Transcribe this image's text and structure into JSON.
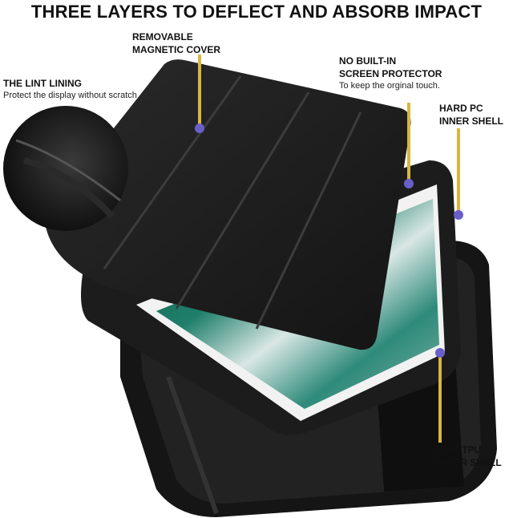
{
  "headline": "THREE LAYERS TO DEFLECT AND ABSORB IMPACT",
  "callouts": {
    "cover_line1": "REMOVABLE",
    "cover_line2": "MAGNETIC COVER",
    "lint_title": "THE LINT LINING",
    "lint_desc": "Protect the display without scratch",
    "protector_line1": "NO BUILT-IN",
    "protector_line2": "SCREEN PROTECTOR",
    "protector_desc": "To keep the orginal touch.",
    "pc_line1": "HARD PC",
    "pc_line2": "INNER SHELL",
    "tpu_line1": "SOFT TPU",
    "tpu_line2": "OUTER SHELL"
  },
  "colors": {
    "accent_line": "#d8b640",
    "marker": "#6a5fc8",
    "case_black": "#1b1b1b"
  },
  "icons": [
    "lint-lining-closeup",
    "callout-marker"
  ]
}
